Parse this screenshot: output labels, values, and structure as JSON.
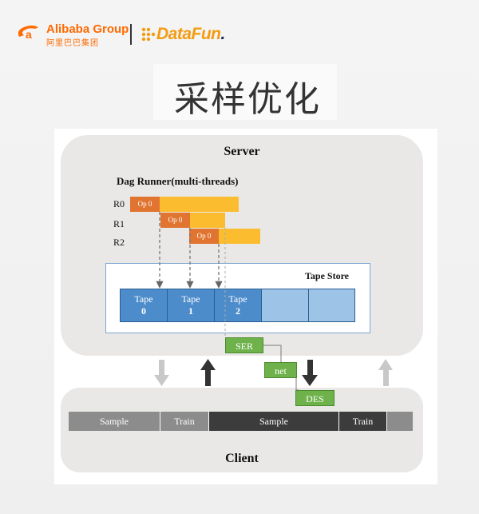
{
  "header": {
    "alibaba_name": "Alibaba Group",
    "alibaba_chinese": "阿里巴巴集团",
    "datafun_main": "DataFun",
    "datafun_suffix": "."
  },
  "title": "采样优化",
  "diagram": {
    "server_label": "Server",
    "client_label": "Client",
    "dag_runner_label": "Dag Runner(multi-threads)",
    "rows": [
      {
        "label": "R0",
        "op": "Op 0"
      },
      {
        "label": "R1",
        "op": "Op 0"
      },
      {
        "label": "R2",
        "op": "Op 0"
      }
    ],
    "tape_store_label": "Tape Store",
    "tapes": [
      {
        "name": "Tape",
        "num": "0"
      },
      {
        "name": "Tape",
        "num": "1"
      },
      {
        "name": "Tape",
        "num": "2"
      }
    ],
    "ser_label": "SER",
    "net_label": "net",
    "des_label": "DES",
    "timeline": [
      {
        "label": "Sample",
        "style": "light"
      },
      {
        "label": "Train",
        "style": "light"
      },
      {
        "label": "Sample",
        "style": "dark"
      },
      {
        "label": "Train",
        "style": "dark"
      },
      {
        "label": "",
        "style": "light"
      }
    ]
  },
  "colors": {
    "op": "#e07430",
    "op_tail": "#fbbd2f",
    "tape_filled": "#4d8ccb",
    "tape_empty": "#9dc3e6",
    "green": "#6fb24b",
    "alibaba_orange": "#ff6a00"
  }
}
